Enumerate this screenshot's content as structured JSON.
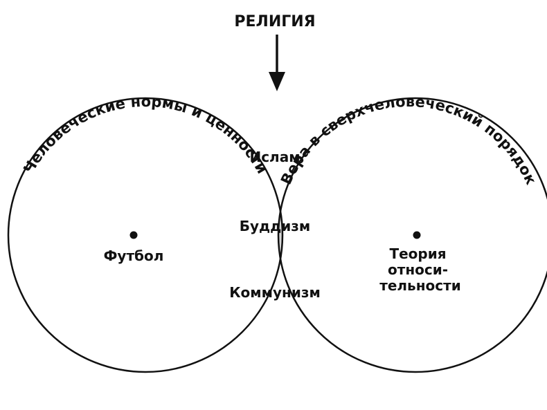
{
  "diagram": {
    "top_label": "РЕЛИГИЯ",
    "left_arc_label": "Человеческие нормы и ценности",
    "right_arc_label": "Вера в сверхчеловеческий порядок",
    "left_item": "Футбол",
    "right_item_lines": [
      "Теория",
      "относи-",
      "тельности"
    ],
    "intersection_items": [
      "Ислам",
      "Буддизм",
      "Коммунизм"
    ]
  },
  "colors": {
    "stroke": "#111111",
    "intersection_fill": "#d6d6d6",
    "background": "#ffffff"
  }
}
